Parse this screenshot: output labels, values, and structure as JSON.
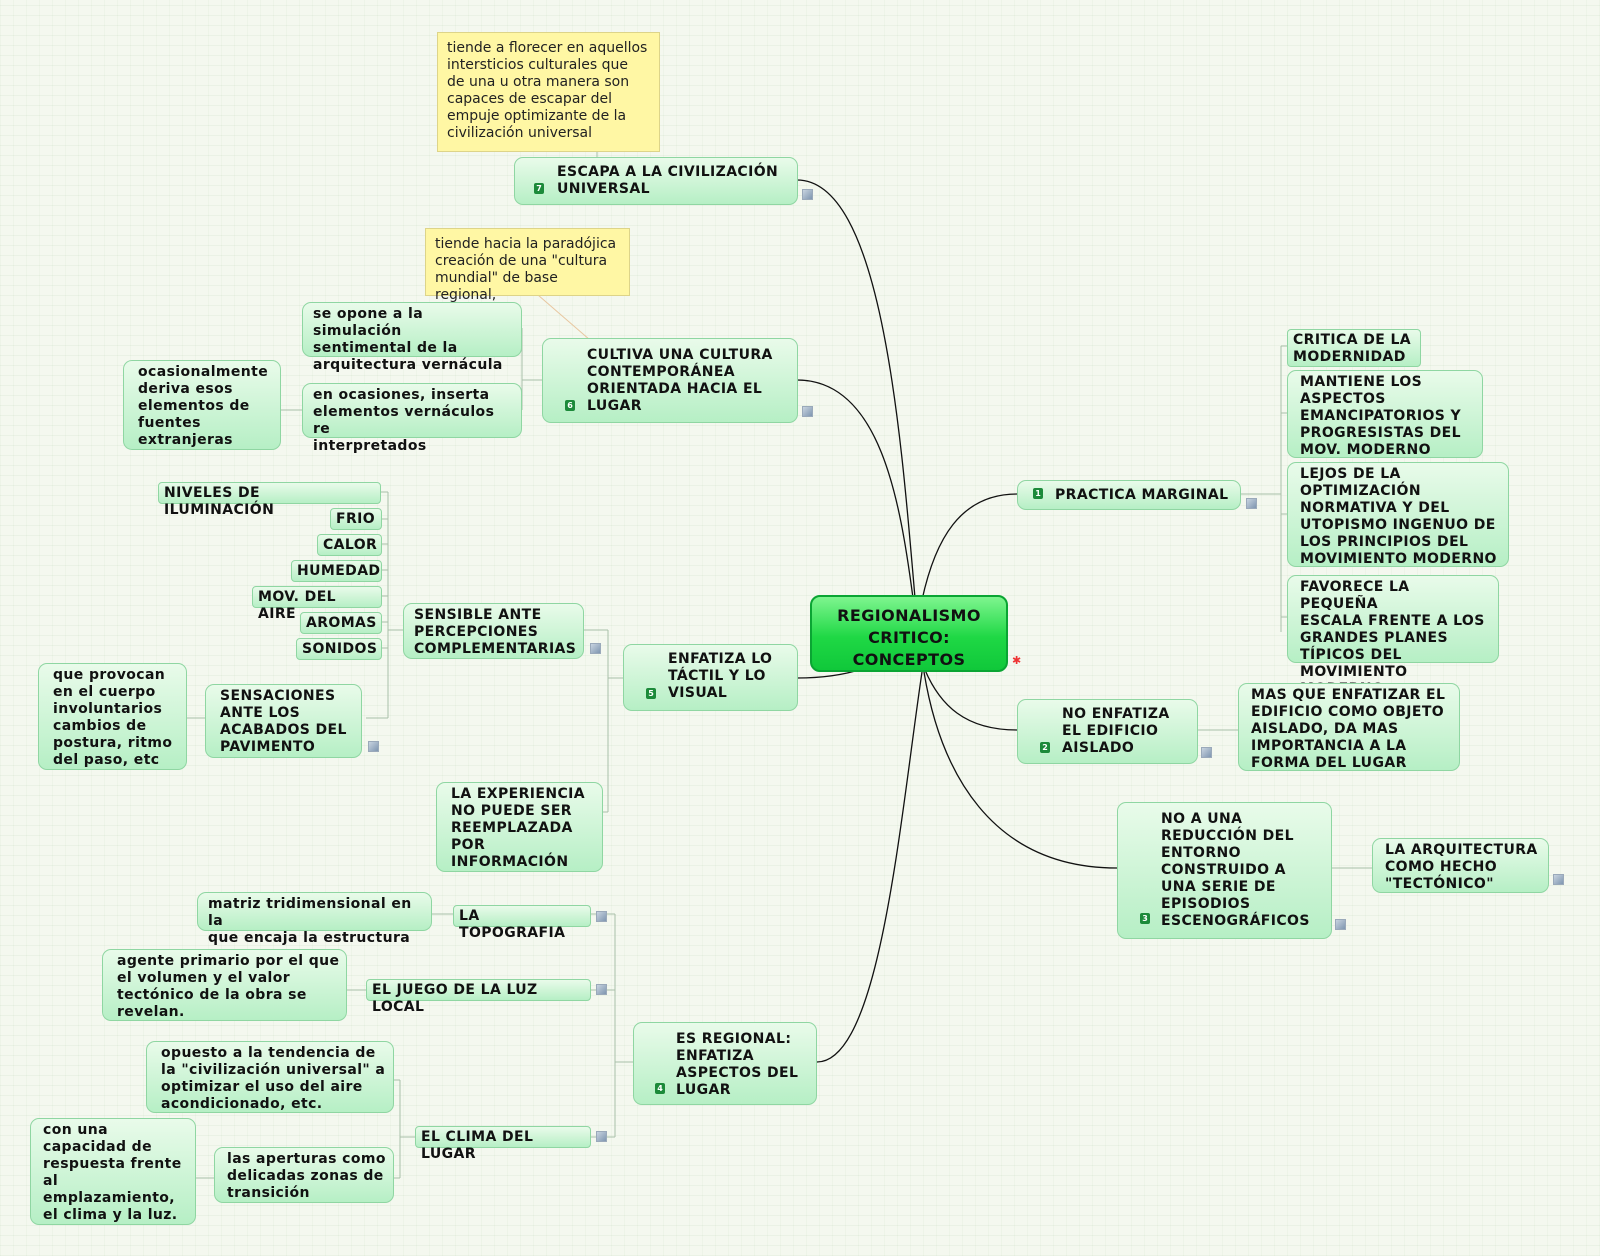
{
  "center": {
    "label": "REGIONALISMO\nCRITICO:\nCONCEPTOS"
  },
  "branches": {
    "escapa": {
      "label": "ESCAPA A LA CIVILIZACIÓN\nUNIVERSAL",
      "badge": "7",
      "note": "tiende a florecer en aquellos\nintersticios culturales que\nde una u otra manera son\ncapaces de escapar del\nempuje optimizante de la\ncivilización universal"
    },
    "cultiva": {
      "label": "CULTIVA UNA CULTURA\nCONTEMPORÁNEA\nORIENTADA HACIA EL\nLUGAR",
      "badge": "6",
      "note": "tiende hacia la paradójica\ncreación de una \"cultura\nmundial\" de base regional,",
      "children": {
        "opone": "se opone a la simulación\nsentimental de la\narquitectura vernácula",
        "inserta": "en ocasiones, inserta\nelementos vernáculos re\ninterpretados",
        "deriva": "ocasionalmente\nderiva esos\nelementos de\nfuentes\nextranjeras"
      }
    },
    "enfatiza": {
      "label": "ENFATIZA LO\nTÁCTIL Y LO\nVISUAL",
      "badge": "5",
      "sensible": "SENSIBLE ANTE\nPERCEPCIONES\nCOMPLEMENTARIAS",
      "percepciones": [
        "NIVELES DE ILUMINACIÓN",
        "FRIO",
        "CALOR",
        "HUMEDAD",
        "MOV. DEL AIRE",
        "AROMAS",
        "SONIDOS"
      ],
      "sensaciones": "SENSACIONES\nANTE LOS\nACABADOS DEL\nPAVIMENTO",
      "provocan": "que provocan\nen el cuerpo\ninvoluntarios\ncambios de\npostura, ritmo\ndel paso, etc",
      "experiencia": "LA EXPERIENCIA\nNO PUEDE SER\nREEMPLAZADA\nPOR\nINFORMACIÓN"
    },
    "regional": {
      "label": "ES REGIONAL:\nENFATIZA\nASPECTOS DEL\nLUGAR",
      "badge": "4",
      "topografia": "LA TOPOGRAFIA",
      "matriz": "matriz tridimensional en la\nque encaja la estructura",
      "luz": "EL JUEGO DE LA LUZ LOCAL",
      "agente": "agente primario por el que\nel volumen y el valor\ntectónico de la obra se\nrevelan.",
      "clima": "EL CLIMA DEL LUGAR",
      "opuesto": "opuesto a la tendencia de\nla \"civilización universal\" a\noptimizar el uso del aire\nacondicionado, etc.",
      "aperturas": "las aperturas como\ndelicadas zonas de\ntransición",
      "capacidad": "con una\ncapacidad de\nrespuesta frente\nal\nemplazamiento,\nel clima y la luz."
    },
    "practica": {
      "label": "PRACTICA MARGINAL",
      "badge": "1",
      "children": {
        "critica": "CRITICA DE LA\nMODERNIDAD",
        "mantiene": "MANTIENE LOS\nASPECTOS\nEMANCIPATORIOS Y\nPROGRESISTAS DEL\nMOV. MODERNO",
        "lejos": "LEJOS DE LA\nOPTIMIZACIÓN\nNORMATIVA Y DEL\nUTOPISMO INGENUO DE\nLOS PRINCIPIOS DEL\nMOVIMIENTO MODERNO",
        "favorece": "FAVORECE LA PEQUEÑA\nESCALA FRENTE A LOS\nGRANDES PLANES\nTÍPICOS DEL\nMOVIMIENTO MODERNO"
      }
    },
    "noenfatiza": {
      "label": "NO ENFATIZA\nEL EDIFICIO\nAISLADO",
      "badge": "2",
      "child": "MAS QUE ENFATIZAR EL\nEDIFICIO COMO OBJETO\nAISLADO, DA MAS\nIMPORTANCIA A LA\nFORMA DEL LUGAR"
    },
    "noreduccion": {
      "label": "NO  A UNA\nREDUCCIÓN DEL\nENTORNO\nCONSTRUIDO A\nUNA SERIE DE\nEPISODIOS\nESCENOGRÁFICOS",
      "badge": "3",
      "child": "LA ARQUITECTURA\nCOMO HECHO\n\"TECTÓNICO\""
    }
  },
  "colors": {
    "connector": "#111111",
    "sub_connector": "#a9bfa9",
    "node_fill": "#c6f2d0",
    "center_fill": "#1fd845",
    "note_fill": "#fff7a4"
  }
}
